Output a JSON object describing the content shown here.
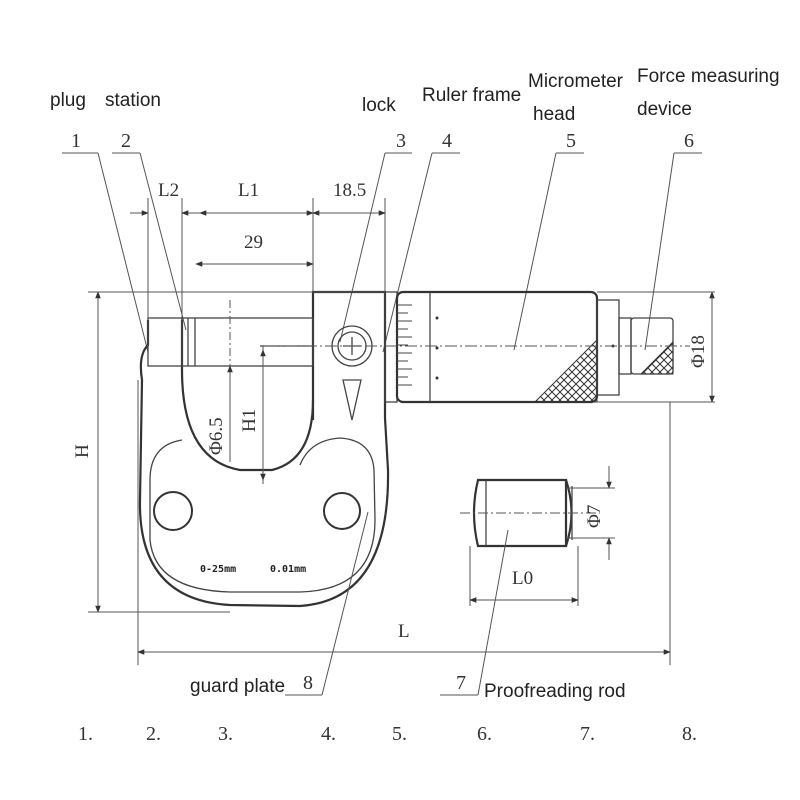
{
  "labels": {
    "plug": "plug",
    "station": "station",
    "lock": "lock",
    "ruler_frame": "Ruler frame",
    "micrometer_head_1": "Micrometer",
    "micrometer_head_2": "head",
    "force_1": "Force measuring",
    "force_2": "device",
    "guard_plate": "guard plate",
    "proofreading_rod": "Proofreading rod"
  },
  "callouts": [
    "1",
    "2",
    "3",
    "4",
    "5",
    "6",
    "7",
    "8"
  ],
  "dimensions": {
    "l2": "L2",
    "l1": "L1",
    "d185": "18.5",
    "d29": "29",
    "h": "H",
    "h1": "H1",
    "phi65": "Φ6.5",
    "phi18": "Φ18",
    "phi7": "Φ7",
    "l0": "L0",
    "l": "L"
  },
  "frame_text": {
    "range": "0-25mm",
    "resolution": "0.01mm"
  },
  "bottom_list": [
    "1.",
    "2.",
    "3.",
    "4.",
    "5.",
    "6.",
    "7.",
    "8."
  ]
}
